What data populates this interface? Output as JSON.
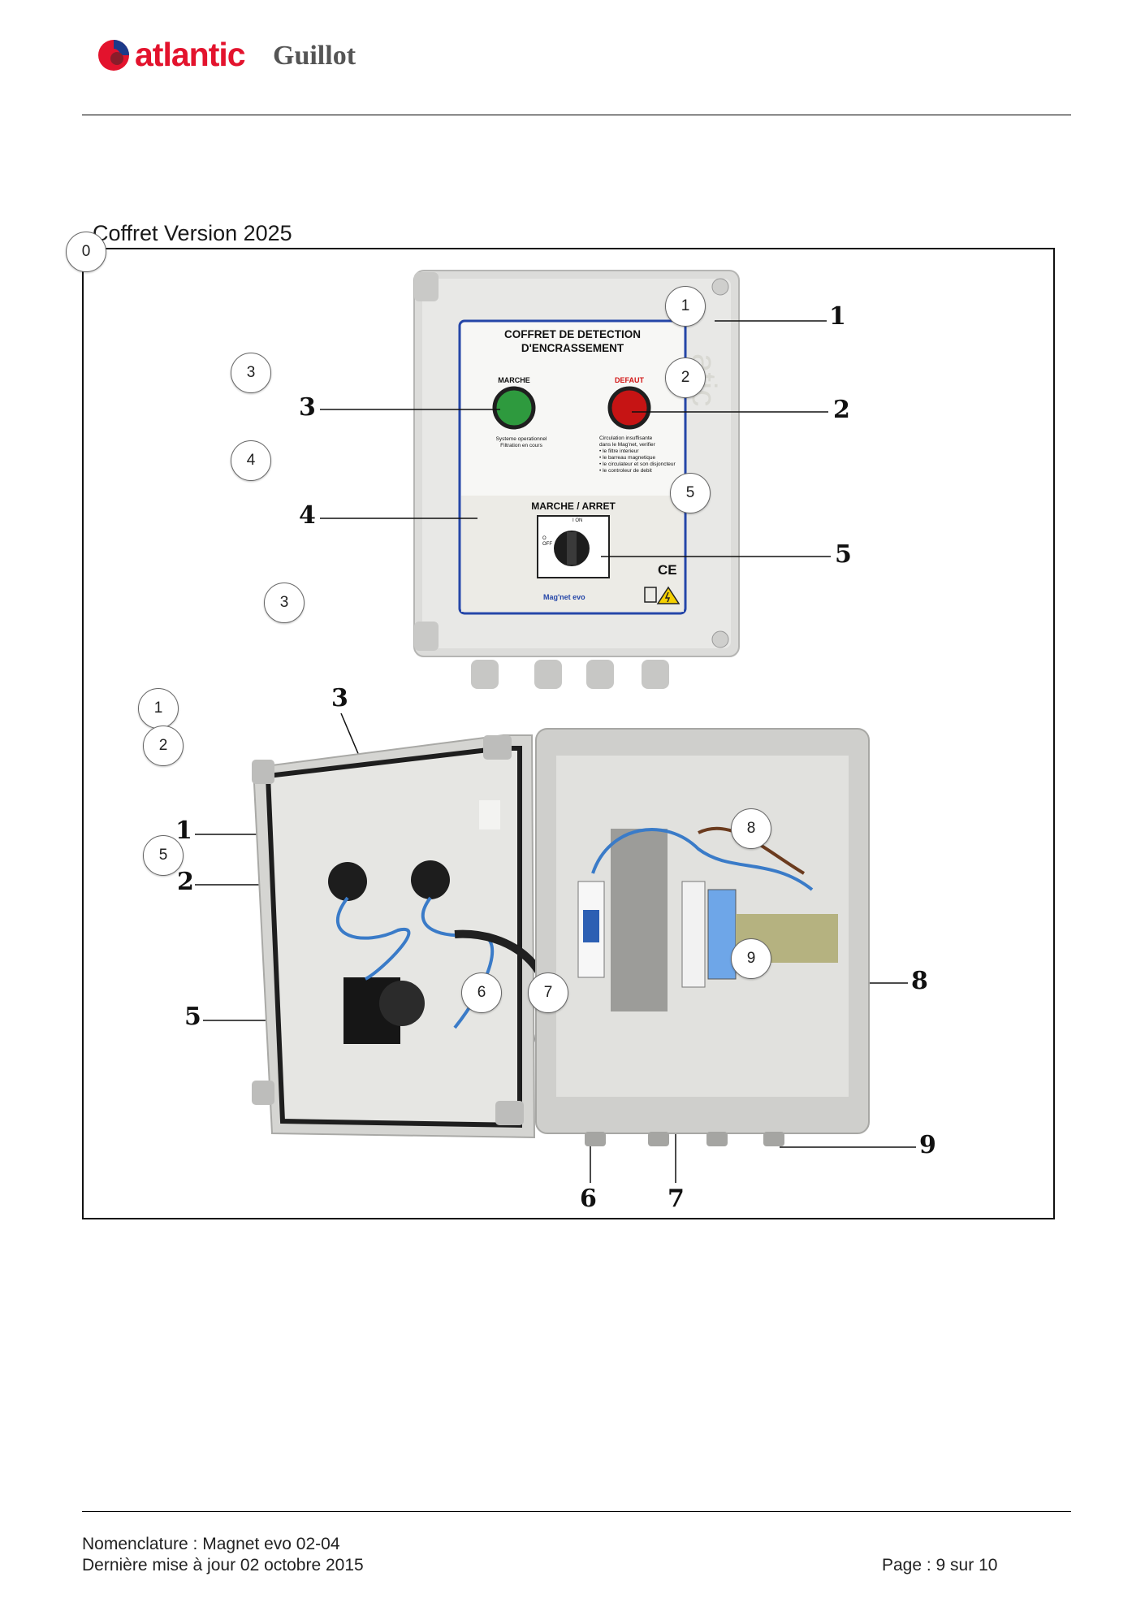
{
  "header": {
    "brand_primary": "atlantic",
    "brand_secondary": "Guillot",
    "brand_color": "#e3132d",
    "brand_blue": "#1c3a8a"
  },
  "section": {
    "title": "Coffret Version 2025"
  },
  "badges": [
    "0",
    "1",
    "2",
    "3",
    "4",
    "5",
    "3",
    "1",
    "2",
    "5",
    "8",
    "9",
    "6",
    "7"
  ],
  "front_panel": {
    "title_line1": "COFFRET DE DETECTION",
    "title_line2": "D'ENCRASSEMENT",
    "marche_label": "MARCHE",
    "defaut_label": "DEFAUT",
    "marche_desc_1": "Systeme operationnel",
    "marche_desc_2": "Filtration en cours",
    "defaut_desc_1": "Circulation insuffisante",
    "defaut_desc_2": "dans le Mag'net, verifier",
    "defaut_desc_3": "• le filtre interieur",
    "defaut_desc_4": "• le barreau magnetique",
    "defaut_desc_5": "• le circulateur et son disjoncteur",
    "defaut_desc_6": "• le controleur de debit",
    "switch_title": "MARCHE / ARRET",
    "switch_on": "I ON",
    "switch_off": "O OFF",
    "model": "Mag'net evo",
    "ce_mark": "CE"
  },
  "callouts": {
    "top": [
      "1",
      "2",
      "3",
      "4",
      "5"
    ],
    "bottom": [
      "1",
      "2",
      "3",
      "5",
      "6",
      "7",
      "8",
      "9"
    ]
  },
  "footer": {
    "line1": "Nomenclature : Magnet evo 02-04",
    "line2": "Dernière mise à jour 02 octobre 2015",
    "page": "Page : 9 sur 10"
  }
}
